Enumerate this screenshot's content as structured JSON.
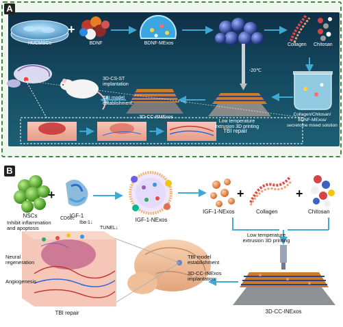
{
  "panel_a": {
    "label": "A",
    "items": {
      "hucmscs": "HUCMSCs",
      "bdnf": "BDNF",
      "bdnf_mexos": "BDNF-MExos",
      "collagen": "Collagen",
      "chitosan": "Chitosan",
      "temperature": "-20℃",
      "mixed_solution": "Collagen/Chitosan/\nBDNF-MExos/\nsecretome mixed solution",
      "low_temp_printing": "Low temperature\nextrusion 3D printing",
      "scaffold": "3D-CC-BMExos",
      "implantation": "3D-CS-ST\nimplantation",
      "tbi_model": "TBI model\nestablishment",
      "tbi_repair": "TBI repair"
    }
  },
  "panel_b": {
    "label": "B",
    "items": {
      "nscs": "NSCs",
      "igf1": "IGF-1",
      "igf1_nexos_vesicle": "IGF-1-NExos",
      "igf1_nexos": "IGF-1-NExos",
      "collagen": "Collagen",
      "chitosan": "Chitosan",
      "low_temp_printing": "Low temperature\nextrusion 3D printing",
      "inhibit": "Inhibit inflammation\nand apoptosis",
      "cd68": "CD68↓",
      "iba1": "Iba-1↓",
      "tunel": "TUNEL↓",
      "neural_regeneration": "Neural\nregeneration",
      "angiogenesis": "Angiogenesis",
      "tbi_model": "TBI model\nestablishment",
      "implantation": "3D-CC-INExos\nimplantation",
      "scaffold": "3D-CC-INExos",
      "tbi_repair": "TBI repair"
    }
  },
  "colors": {
    "panel_a_border": "#3a8a3a",
    "panel_b_border": "#3b76c2",
    "arrow": "#3fa9d6"
  }
}
